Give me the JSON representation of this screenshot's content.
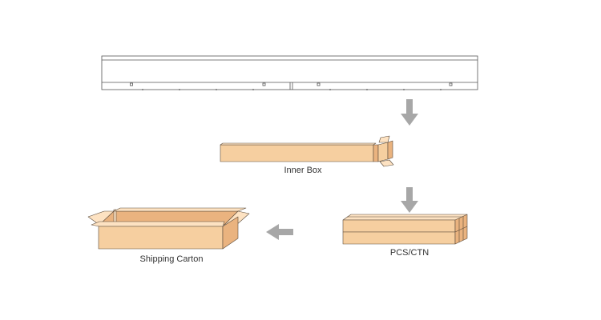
{
  "labels": {
    "inner_box": "Inner Box",
    "pcs_ctn": "PCS/CTN",
    "shipping_carton": "Shipping Carton"
  },
  "colors": {
    "cardboard": "#f6cfa0",
    "cardboard_dark": "#eab37f",
    "cardboard_inner": "#fde2c2",
    "outline": "#5a4a3a",
    "arrow": "#a7a7a7",
    "fixture_line": "#555555"
  },
  "icons": {
    "flow_arrow_1": "arrow-down-icon",
    "flow_arrow_2": "arrow-down-icon",
    "flow_arrow_3": "arrow-left-icon"
  }
}
